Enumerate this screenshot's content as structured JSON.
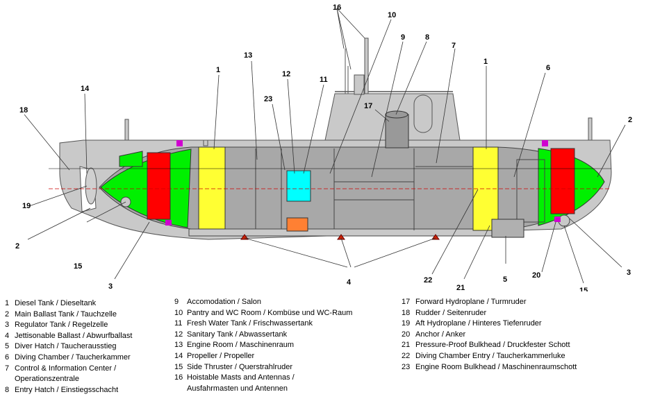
{
  "callouts": [
    "1",
    "1",
    "2",
    "2",
    "3",
    "3",
    "4",
    "5",
    "6",
    "7",
    "8",
    "9",
    "10",
    "11",
    "12",
    "13",
    "14",
    "15",
    "15",
    "16",
    "17",
    "18",
    "19",
    "20",
    "21",
    "22",
    "23"
  ],
  "legend": {
    "col1": [
      {
        "num": "1",
        "text": "Diesel Tank / Dieseltank"
      },
      {
        "num": "2",
        "text": "Main Ballast Tank / Tauchzelle"
      },
      {
        "num": "3",
        "text": "Regulator Tank / Regelzelle"
      },
      {
        "num": "4",
        "text": "Jettisonable Ballast / Abwurfballast"
      },
      {
        "num": "5",
        "text": "Diver Hatch / Taucherausstieg"
      },
      {
        "num": "6",
        "text": "Diving Chamber / Taucherkammer"
      },
      {
        "num": "7",
        "text": "Control & Information Center /",
        "cont": "Operationszentrale"
      },
      {
        "num": "8",
        "text": "Entry Hatch / Einstiegsschacht"
      }
    ],
    "col2": [
      {
        "num": "9",
        "text": "Accomodation / Salon"
      },
      {
        "num": "10",
        "text": "Pantry and WC Room / Kombüse und WC-Raum"
      },
      {
        "num": "11",
        "text": "Fresh Water Tank / Frischwassertank"
      },
      {
        "num": "12",
        "text": "Sanitary Tank / Abwassertank"
      },
      {
        "num": "13",
        "text": "Engine Room / Maschinenraum"
      },
      {
        "num": "14",
        "text": "Propeller / Propeller"
      },
      {
        "num": "15",
        "text": "Side Thruster / Querstrahlruder"
      },
      {
        "num": "16",
        "text": "Hoistable Masts and Antennas /",
        "cont": "Ausfahrmasten und Antennen"
      }
    ],
    "col3": [
      {
        "num": "17",
        "text": "Forward Hydroplane / Turmruder"
      },
      {
        "num": "18",
        "text": "Rudder / Seitenruder"
      },
      {
        "num": "19",
        "text": "Aft Hydroplane / Hinteres Tiefenruder"
      },
      {
        "num": "20",
        "text": "Anchor / Anker"
      },
      {
        "num": "21",
        "text": "Pressure-Proof Bulkhead / Druckfester Schott"
      },
      {
        "num": "22",
        "text": "Diving Chamber Entry / Taucherkammerluke"
      },
      {
        "num": "23",
        "text": "Engine Room Bulkhead / Maschinenraumschott"
      }
    ]
  },
  "colors": {
    "hull": "#c9c9c9",
    "pressure_hull": "#a8a8a8",
    "ballast_green": "#00f000",
    "diesel_yellow": "#ffff33",
    "regulator_red": "#ff0000",
    "fresh_water_cyan": "#00ffff",
    "sanitary_orange": "#ff8033",
    "ballast_dark_red": "#cc2200",
    "magenta": "#d000d0"
  }
}
